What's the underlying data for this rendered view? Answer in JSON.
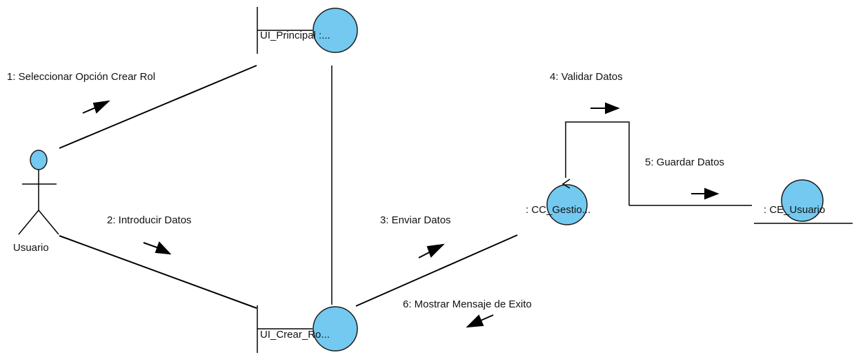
{
  "colors": {
    "object_fill": "#73c9ef",
    "stroke": "#000000",
    "background": "#ffffff"
  },
  "actor": {
    "label": "Usuario"
  },
  "objects": {
    "ui_principal": {
      "label": "UI_Principal :..."
    },
    "ui_crear_rol": {
      "label": "UI_Crear_Ro..."
    },
    "cc_gestion": {
      "label": ": CC_Gestio..."
    },
    "ce_usuario": {
      "label": ": CE_Usuario"
    }
  },
  "messages": [
    {
      "label": "1: Seleccionar Opción Crear Rol"
    },
    {
      "label": "2: Introducir Datos"
    },
    {
      "label": "3: Enviar Datos"
    },
    {
      "label": "4: Validar Datos"
    },
    {
      "label": "5: Guardar Datos"
    },
    {
      "label": "6: Mostrar Mensaje de Exito"
    }
  ]
}
